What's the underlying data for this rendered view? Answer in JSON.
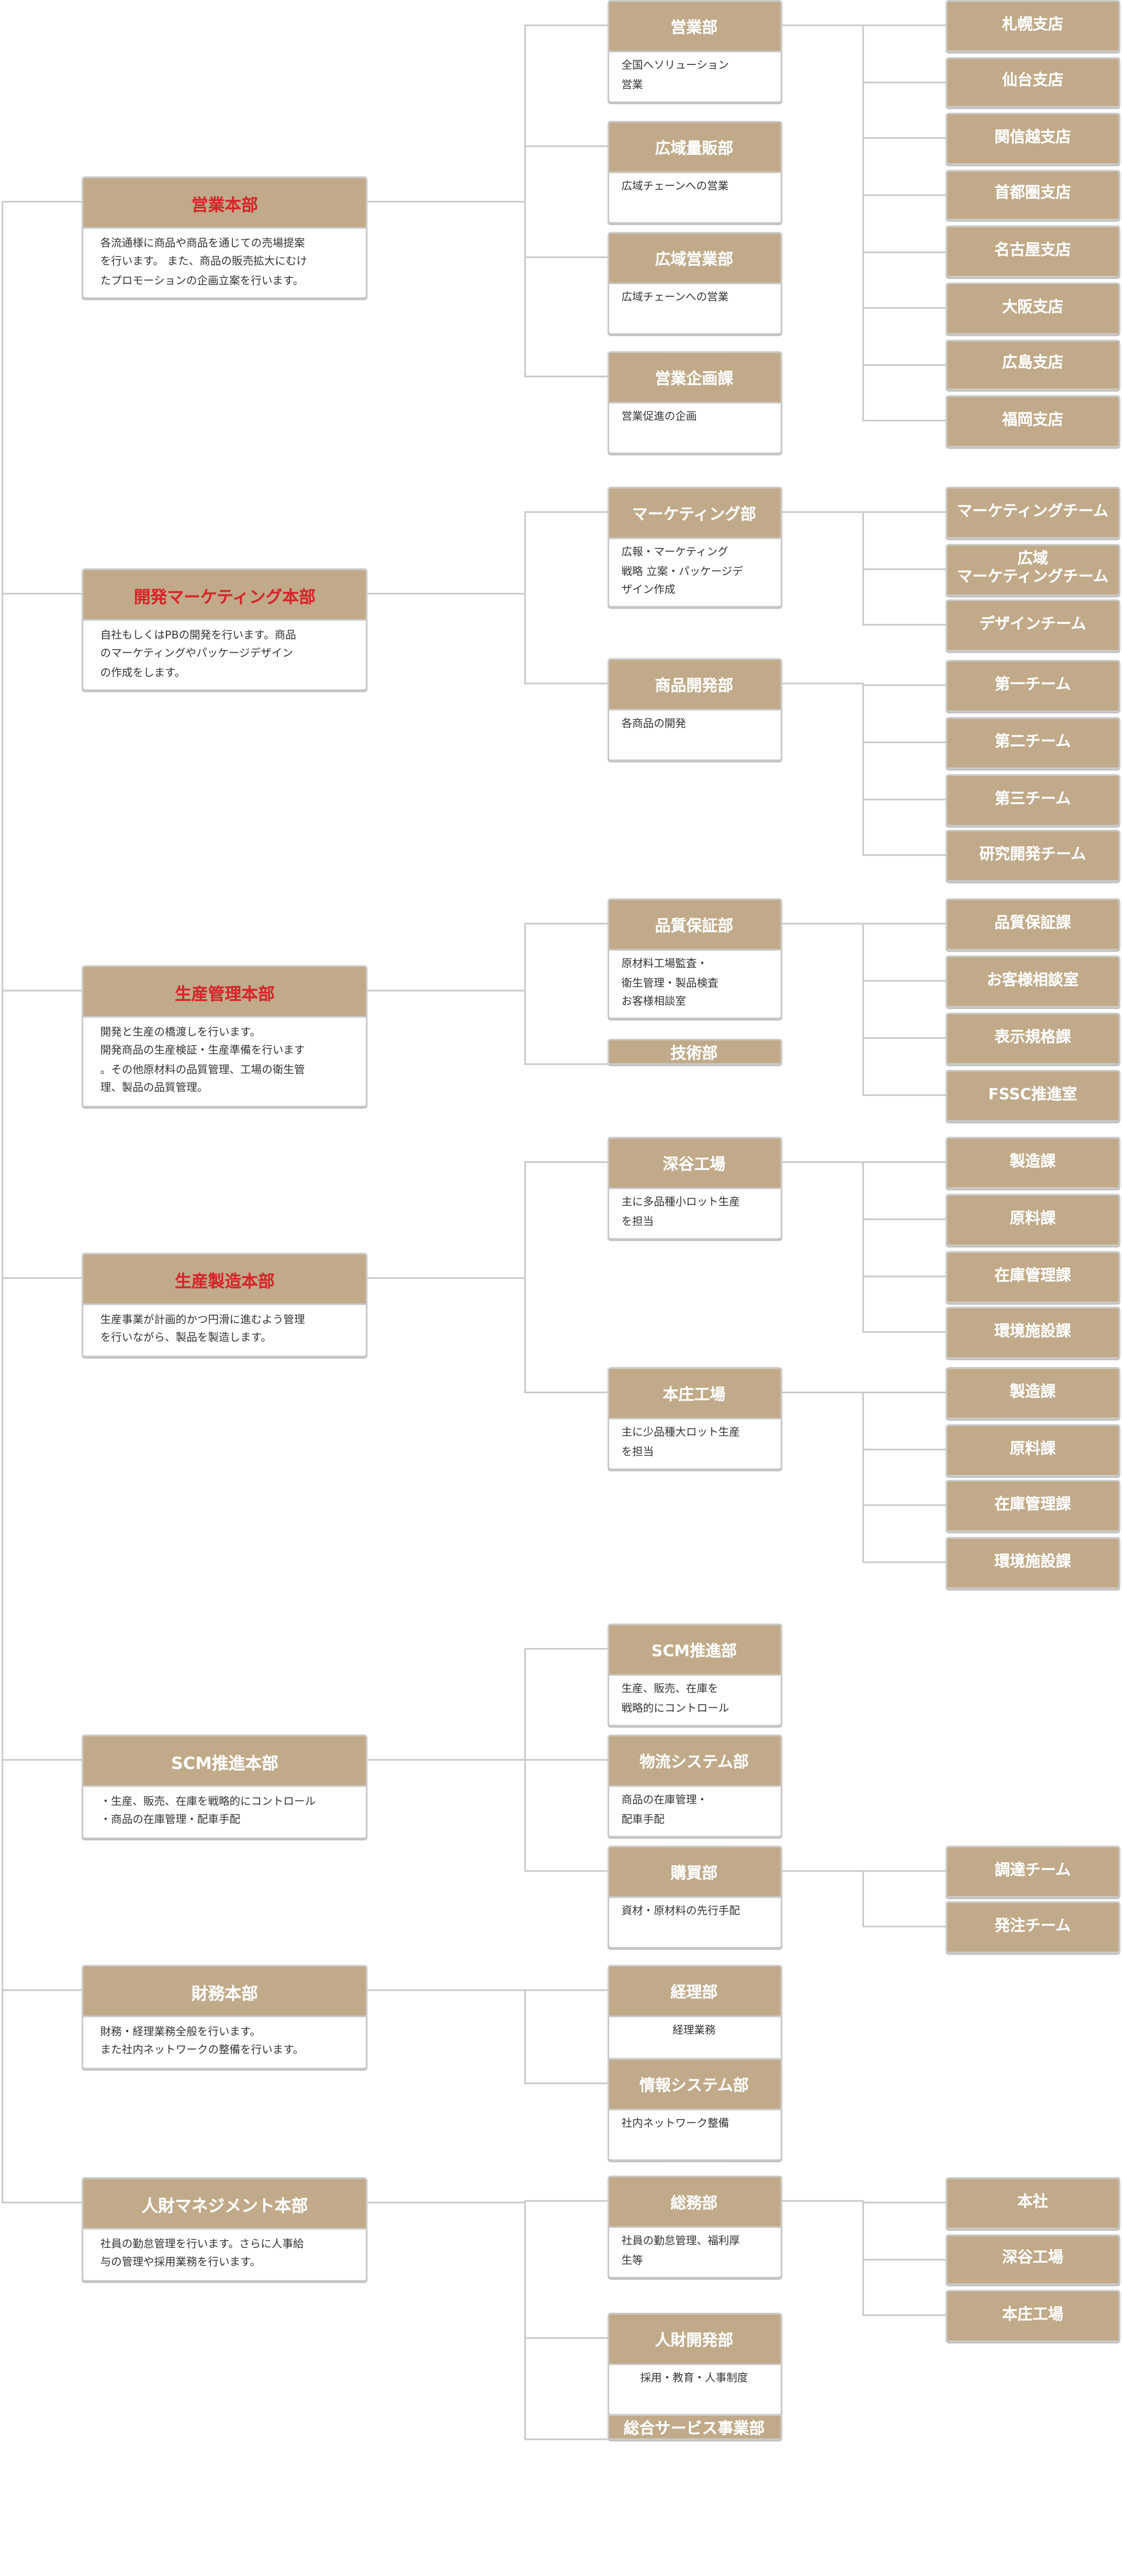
{
  "colors": {
    "header_bg": "#c1aa89",
    "line": "#c9c9c9",
    "red_title": "#d7262b",
    "white_title": "#ffffff"
  },
  "divisions": [
    {
      "name": "営業本部",
      "title_color": "#d7262b",
      "desc": "各流通様に商品や商品を通じての売場提案\nを行います。 また、商品の販売拡大にむけ\nたプロモーションの企画立案を行います。",
      "depts": [
        {
          "name": "営業部",
          "desc": "全国へソリューション\n営業",
          "teams": [
            "札幌支店",
            "仙台支店",
            "関信越支店",
            "首都圏支店",
            "名古屋支店",
            "大阪支店",
            "広島支店",
            "福岡支店"
          ]
        },
        {
          "name": "広域量販部",
          "desc": "広域チェーンへの営業",
          "teams": []
        },
        {
          "name": "広域営業部",
          "desc": "広域チェーンへの営業",
          "teams": []
        },
        {
          "name": "営業企画課",
          "desc": "営業促進の企画",
          "teams": []
        }
      ]
    },
    {
      "name": "開発マーケティング本部",
      "title_color": "#d7262b",
      "desc": "自社もしくはPBの開発を行います。商品\nのマーケティングやパッケージデザイン\nの作成をします。",
      "depts": [
        {
          "name": "マーケティング部",
          "desc": "広報・マーケティング\n戦略 立案・パッケージデ\nザイン作成",
          "teams": [
            "マーケティングチーム",
            "広域\nマーケティングチーム",
            "デザインチーム"
          ]
        },
        {
          "name": "商品開発部",
          "desc": "各商品の開発",
          "teams": [
            "第一チーム",
            "第二チーム",
            "第三チーム",
            "研究開発チーム"
          ]
        }
      ]
    },
    {
      "name": "生産管理本部",
      "title_color": "#d7262b",
      "desc": "開発と生産の橋渡しを行います。\n開発商品の生産検証・生産準備を行います\n。その他原材料の品質管理、工場の衛生管\n理、製品の品質管理。",
      "depts": [
        {
          "name": "品質保証部",
          "desc": "原材料工場監査・\n衛生管理・製品検査\nお客様相談室",
          "teams": [
            "品質保証課",
            "お客様相談室",
            "表示規格課",
            "FSSC推進室"
          ]
        },
        {
          "name": "技術部",
          "desc": null,
          "teams": []
        }
      ]
    },
    {
      "name": "生産製造本部",
      "title_color": "#d7262b",
      "desc": "生産事業が計画的かつ円滑に進むよう管理\nを行いながら、製品を製造します。",
      "depts": [
        {
          "name": "深谷工場",
          "desc": "主に多品種小ロット生産\nを担当",
          "teams": [
            "製造課",
            "原料課",
            "在庫管理課",
            "環境施設課"
          ]
        },
        {
          "name": "本庄工場",
          "desc": "主に少品種大ロット生産\nを担当",
          "teams": [
            "製造課",
            "原料課",
            "在庫管理課",
            "環境施設課"
          ]
        }
      ]
    },
    {
      "name": "SCM推進本部",
      "title_color": "#ffffff",
      "desc": "・生産、販売、在庫を戦略的にコントロール\n・商品の在庫管理・配車手配",
      "depts": [
        {
          "name": "SCM推進部",
          "desc": "生産、販売、在庫を\n戦略的にコントロール",
          "teams": []
        },
        {
          "name": "物流システム部",
          "desc": "商品の在庫管理・\n配車手配",
          "teams": []
        },
        {
          "name": "購買部",
          "desc": "資材・原材料の先行手配",
          "teams": [
            "調達チーム",
            "発注チーム"
          ]
        }
      ]
    },
    {
      "name": "財務本部",
      "title_color": "#ffffff",
      "desc": "財務・経理業務全般を行います。\nまた社内ネットワークの整備を行います。",
      "depts": [
        {
          "name": "経理部",
          "desc": "経理業務",
          "center": true,
          "teams": []
        },
        {
          "name": "情報システム部",
          "desc": "社内ネットワーク整備",
          "teams": []
        }
      ]
    },
    {
      "name": "人財マネジメント本部",
      "title_color": "#ffffff",
      "desc": "社員の勤怠管理を行います。さらに人事給\n与の管理や採用業務を行います。",
      "depts": [
        {
          "name": "総務部",
          "desc": "社員の勤怠管理、福利厚\n生等",
          "teams": [
            "本社",
            "深谷工場",
            "本庄工場"
          ]
        },
        {
          "name": "人財開発部",
          "desc": "採用・教育・人事制度",
          "center": true,
          "teams": []
        },
        {
          "name": "総合サービス事業部",
          "desc": null,
          "teams": []
        }
      ]
    }
  ]
}
